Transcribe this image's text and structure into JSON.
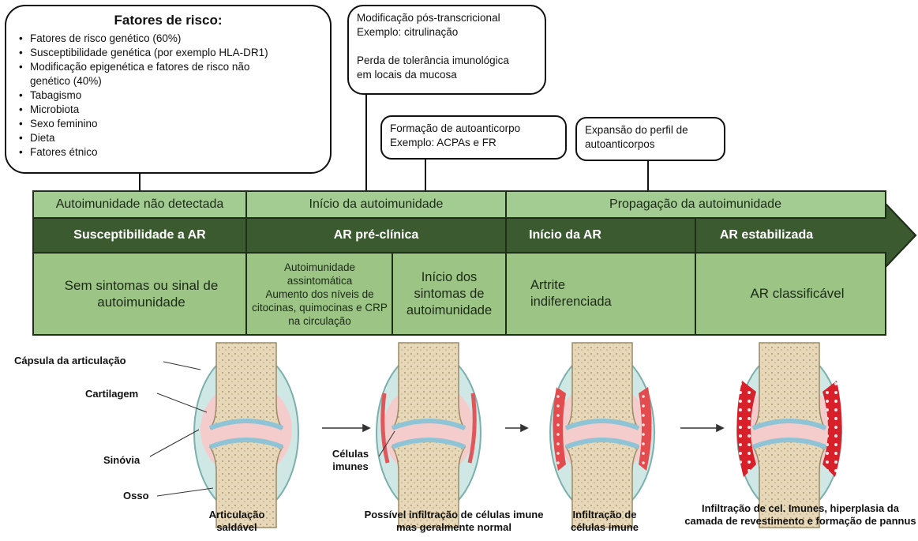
{
  "risk_box": {
    "title": "Fatores de risco:",
    "items": [
      "Fatores de risco genético (60%)",
      "Susceptibilidade genética (por exemplo HLA-DR1)",
      "Modificação epigenética e fatores de risco não genético (40%)",
      "Tabagismo",
      "Microbiota",
      "Sexo feminino",
      "Dieta",
      "Fatores étnico"
    ]
  },
  "callouts": {
    "posttranscriptional": {
      "line1": "Modificação pós-transcricional",
      "line2": "Exemplo: citrulinação",
      "line3": "Perda de tolerância imunológica",
      "line4": "em locais da mucosa"
    },
    "autoantibody": {
      "line1": "Formação de autoanticorpo",
      "line2": "Exemplo: ACPAs e FR"
    },
    "expansion": {
      "line1": "Expansão do perfil de",
      "line2": "autoanticorpos"
    }
  },
  "timeline": {
    "top": [
      "Autoimunidade não detectada",
      "Início da autoimunidade",
      "Propagação da autoimunidade"
    ],
    "middle": [
      "Susceptibilidade a AR",
      "AR pré-clínica",
      "Início da AR",
      "AR estabilizada"
    ],
    "bottom": {
      "c1": "Sem sintomas ou sinal de autoimunidade",
      "c2a": "Autoimunidade assintomática",
      "c2b": "Aumento dos níveis de citocinas, quimocinas e CRP na circulação",
      "c3": "Início dos sintomas de autoimunidade",
      "c4": "Artrite indiferenciada",
      "c5": "AR classificável"
    }
  },
  "joint_labels": {
    "capsule": "Cápsula da articulação",
    "cartilage": "Cartilagem",
    "synovium": "Sinóvia",
    "bone": "Osso",
    "immune_cells": "Células imunes"
  },
  "captions": [
    "Articulação saldável",
    "Possível infiltração de células imune mas geralmente normal",
    "Infiltração de células imune",
    "Infiltração de cel. Imunes, hiperplasia da camada de revestimento e formação de pannus"
  ],
  "colors": {
    "band_light": "#a3cc93",
    "band_dark": "#3b5a30",
    "inflamed": "#d8202a",
    "synovium_pink": "#f4cccc",
    "capsule_blue": "#cfe8e6",
    "bone": "#e8dcc0"
  }
}
